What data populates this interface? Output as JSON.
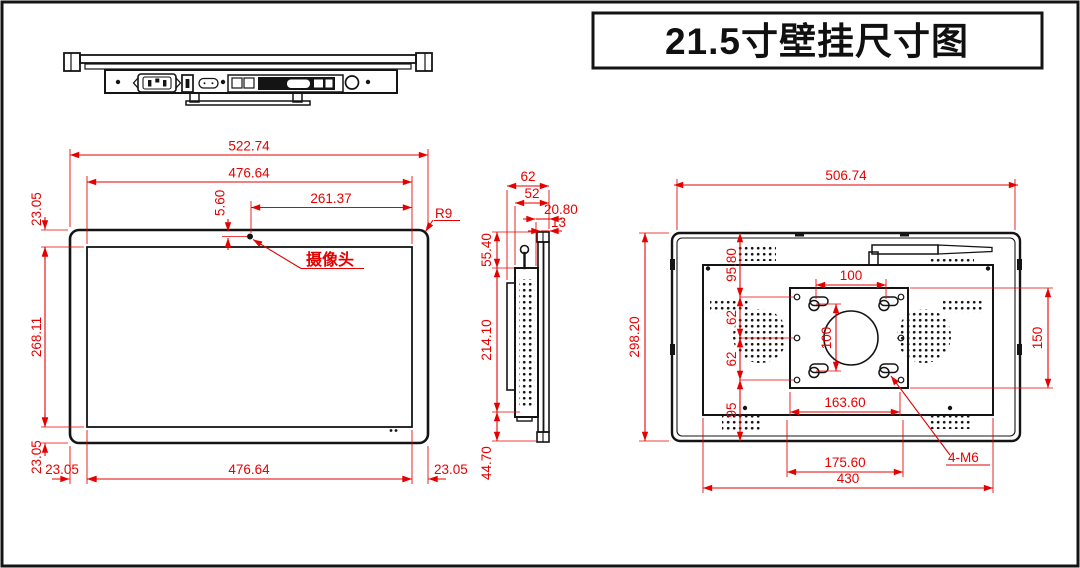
{
  "title_block": {
    "title": "21.5寸壁挂尺寸图"
  },
  "front_view": {
    "overall_width": "522.74",
    "screen_width": "476.64",
    "camera_from_right": "261.37",
    "camera_from_top": "5.60",
    "corner_radius": "R9",
    "camera_label": "摄像头",
    "top_margin": "23.05",
    "screen_height": "268.11",
    "bottom_margin": "23.05",
    "bottom_left_margin": "23.05",
    "bottom_screen_width": "476.64",
    "bottom_right_margin": "23.05"
  },
  "side_view": {
    "total_depth": "62",
    "body_depth": "52",
    "rear_depth": "20.80",
    "panel_thickness": "13",
    "top_offset": "55.40",
    "body_height": "214.10",
    "bottom_offset": "44.70"
  },
  "back_view": {
    "overall_width": "506.74",
    "overall_height": "298.20",
    "top_to_plate": "95.80",
    "plate_upper_span": "62",
    "plate_lower_span": "62",
    "plate_to_bottom": "95",
    "vesa_horizontal": "100",
    "vesa_vertical": "100",
    "plate_height": "150",
    "keyhole_span": "163.60",
    "slot_span": "175.60",
    "mount_width": "430",
    "screw_spec": "4-M6"
  },
  "colors": {
    "dimension": "#e60101",
    "outline": "#141414",
    "background": "#ffffff"
  }
}
